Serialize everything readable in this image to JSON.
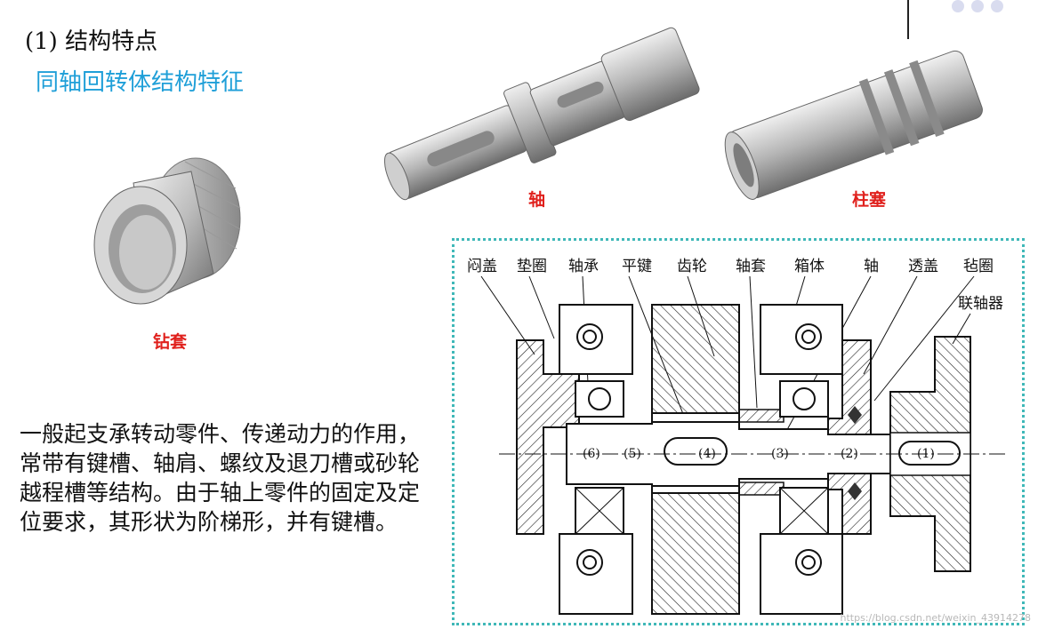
{
  "title": "(1) 结构特点",
  "subtitle": "同轴回转体结构特征",
  "captions": {
    "bushing": "钻套",
    "shaft": "轴",
    "plunger": "柱塞"
  },
  "paragraph": "一般起支承转动零件、传递动力的作用，常带有键槽、轴肩、螺纹及退刀槽或砂轮越程槽等结构。由于轴上零件的固定及定位要求，其形状为阶梯形，并有键槽。",
  "diagram": {
    "labels": [
      "闷盖",
      "垫圈",
      "轴承",
      "平键",
      "齿轮",
      "轴套",
      "箱体",
      "轴",
      "透盖",
      "毡圈",
      "联轴器"
    ],
    "sections": [
      "(6)",
      "(5)",
      "(4)",
      "(3)",
      "(2)",
      "(1)"
    ]
  },
  "watermark": "https://blog.csdn.net/weixin_43914278",
  "colors": {
    "subtitle": "#1f9fd8",
    "caption": "#e0201c",
    "frame": "#3fb8b8"
  }
}
